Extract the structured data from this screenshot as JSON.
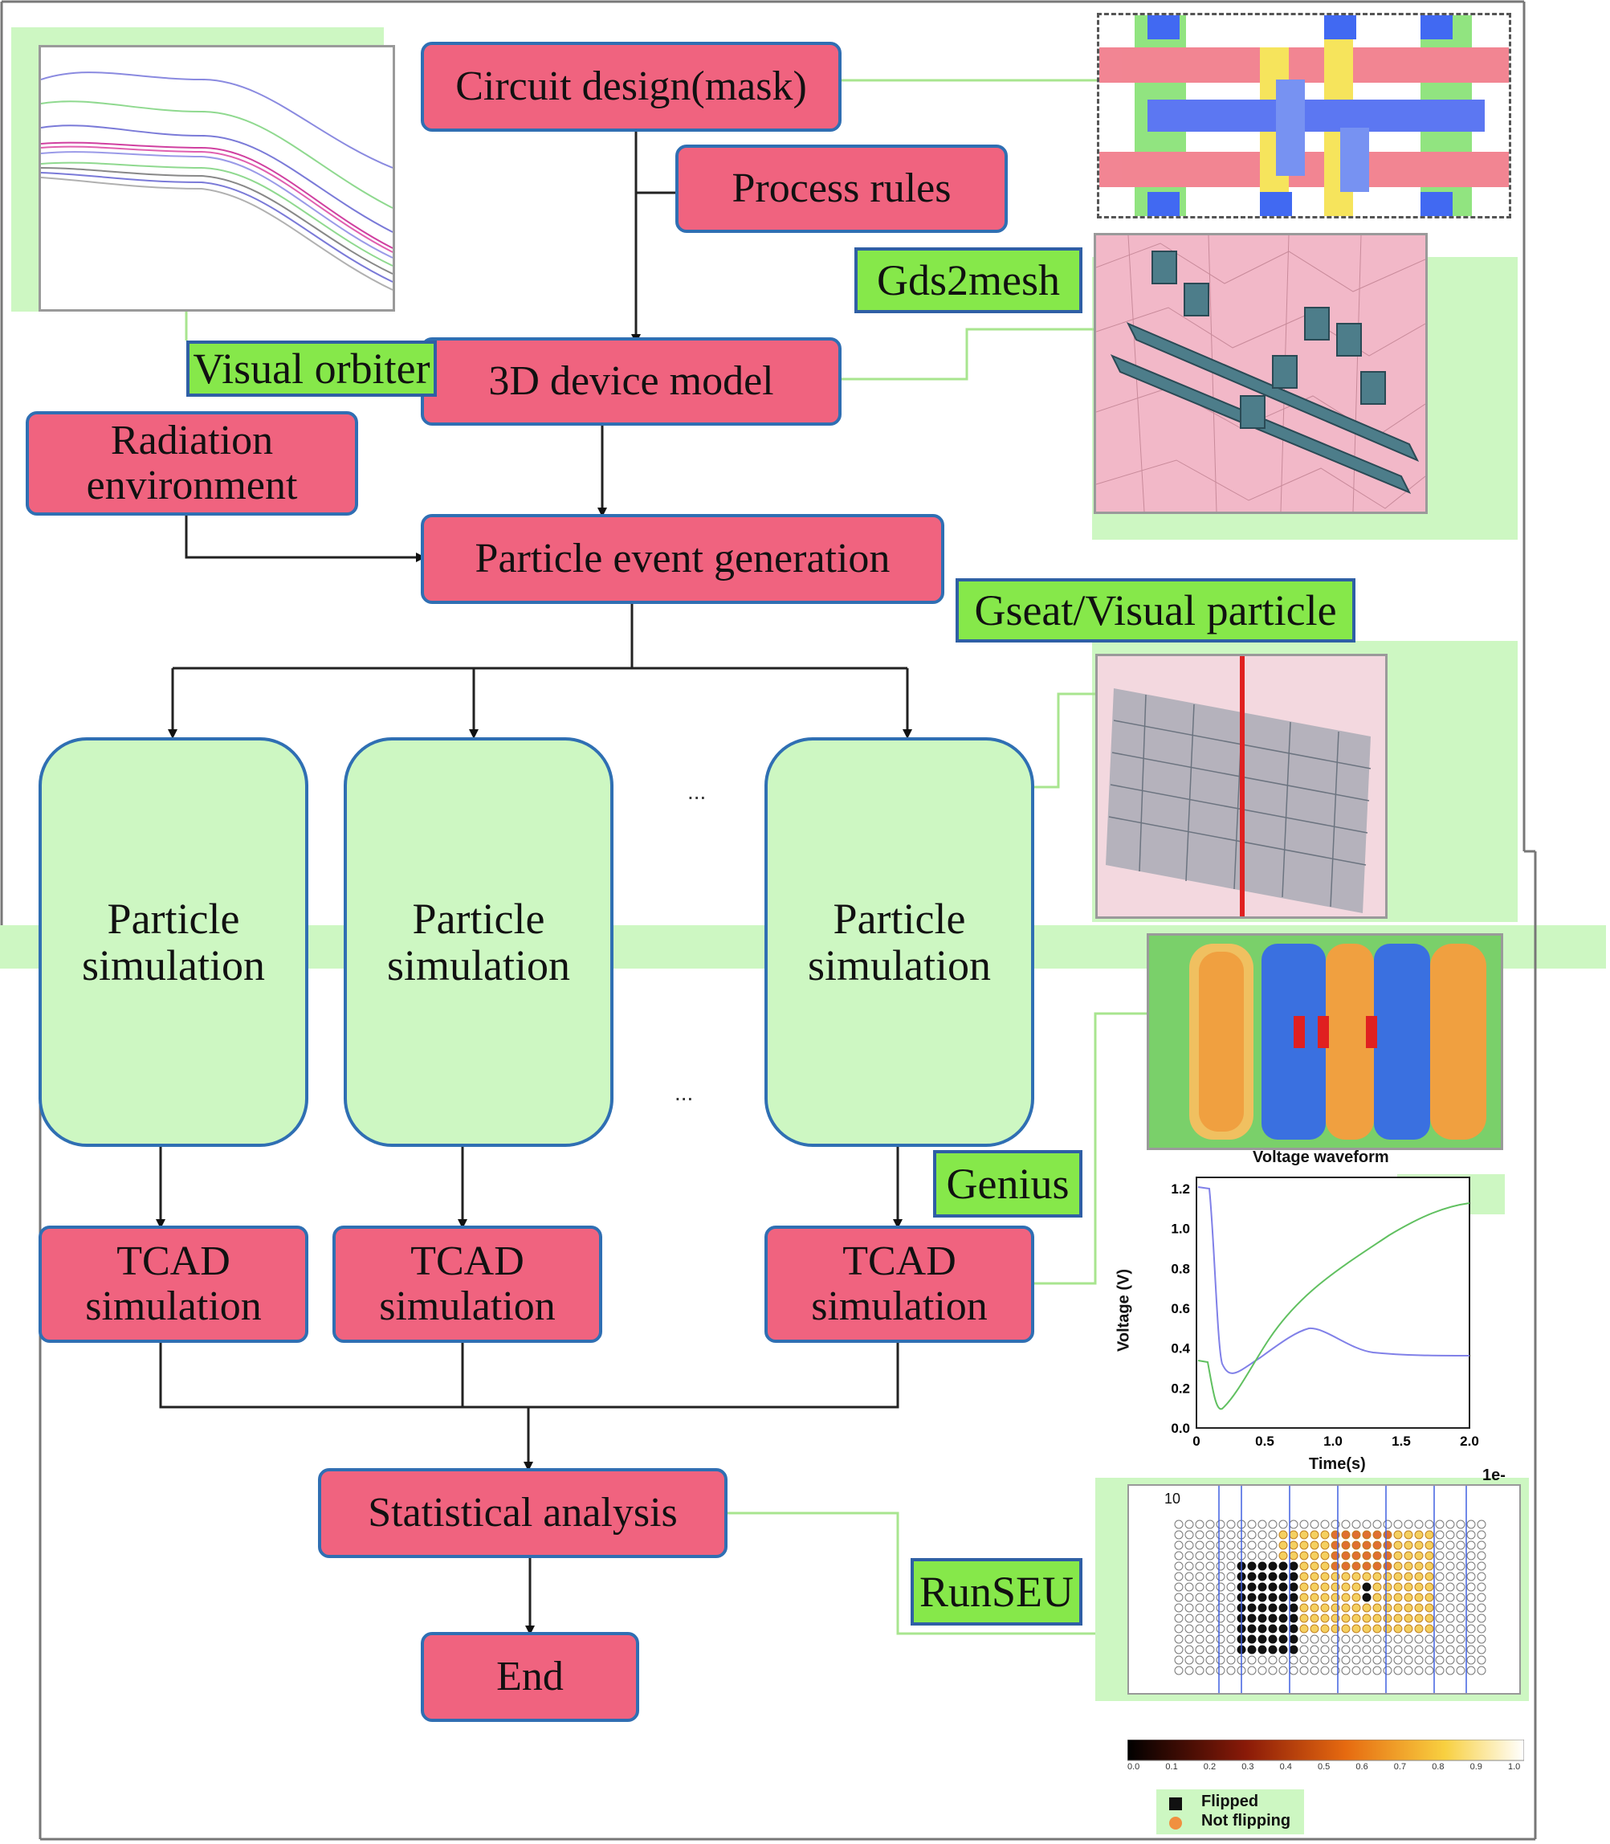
{
  "flow": {
    "circuit_design": "Circuit design(mask)",
    "process_rules": "Process rules",
    "device_model": "3D device model",
    "radiation_environment": "Radiation\nenvironment",
    "particle_event_generation": "Particle event generation",
    "particle_simulation": "Particle\nsimulation",
    "tcad_simulation": "TCAD\nsimulation",
    "statistical_analysis": "Statistical analysis",
    "end": "End",
    "ellipsis": "..."
  },
  "tools": {
    "visual_orbiter": "Visual orbiter",
    "gds2mesh": "Gds2mesh",
    "gseat": "Gseat/Visual particle",
    "genius": "Genius",
    "runseu": "RunSEU"
  },
  "voltage_plot": {
    "title": "Voltage waveform",
    "ylabel": "Voltage (V)",
    "xlabel": "Time(s)",
    "exponent": "1e-",
    "yticks": [
      "0.0",
      "0.2",
      "0.4",
      "0.6",
      "0.8",
      "1.0",
      "1.2"
    ],
    "xticks": [
      "0",
      "0.5",
      "1.0",
      "1.5",
      "2.0"
    ]
  },
  "seu_map": {
    "top_label": "10",
    "colorbar_ticks": [
      "0.0",
      "0.1",
      "0.2",
      "0.3",
      "0.4",
      "0.5",
      "0.6",
      "0.7",
      "0.8",
      "0.9",
      "1.0"
    ],
    "legend_flipped": "Flipped",
    "legend_not_flipping": "Not flipping"
  },
  "colors": {
    "box_pink": "#f0637f",
    "box_green": "#cdf7c2",
    "tool_green": "#86e84a",
    "border_blue": "#2f6fb3",
    "connector": "#a8e58f"
  }
}
